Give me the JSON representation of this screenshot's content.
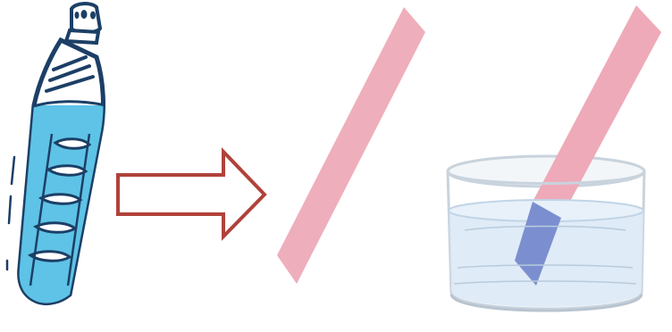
{
  "illustration": {
    "items": [
      {
        "name": "water-bottle",
        "label": ""
      },
      {
        "name": "arrow",
        "label": ""
      },
      {
        "name": "litmus-strip",
        "label": ""
      },
      {
        "name": "strip-in-beaker",
        "label": ""
      }
    ]
  },
  "colors": {
    "outline": "#1c3f66",
    "water": "#5ec3e6",
    "arrow": "#b0423a",
    "strip_pink": "#eeaab8",
    "strip_blue": "#7b8fd0",
    "beaker_water": "#dbe9f5",
    "beaker_glass": "#c8d3dd"
  }
}
